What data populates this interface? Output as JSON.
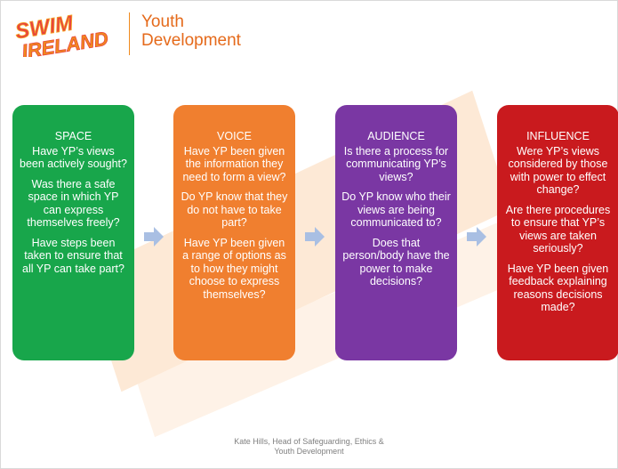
{
  "logo": {
    "line1": "SWIM",
    "line2": "IRELAND"
  },
  "header": {
    "title_line1": "Youth",
    "title_line2": "Development"
  },
  "colors": {
    "space": "#18a64b",
    "voice": "#f07f2f",
    "audience": "#7a37a3",
    "influence": "#c91a1e",
    "arrow": "#a9bfe3",
    "brand_orange": "#e56a1b"
  },
  "boxes": [
    {
      "heading": "SPACE",
      "questions": [
        "Have YP’s views been actively sought?",
        "Was there a safe space in which YP can express themselves freely?",
        "Have steps been taken to ensure that all YP can take part?"
      ]
    },
    {
      "heading": "VOICE",
      "questions": [
        "Have YP been given the information they need to form a view?",
        "Do YP know that they do not have to take part?",
        "Have YP been given a range of options as to how they might choose to express themselves?"
      ]
    },
    {
      "heading": "AUDIENCE",
      "questions": [
        "Is there a process for communicating YP’s views?",
        "Do YP know who their views are being communicated to?",
        "Does that person/body have the power to make decisions?"
      ]
    },
    {
      "heading": "INFLUENCE",
      "questions": [
        "Were YP’s views considered by those with power to effect change?",
        "Are there procedures to ensure that YP’s views are taken seriously?",
        "Have YP been given feedback explaining reasons decisions made?"
      ]
    }
  ],
  "footer": {
    "line1": "Kate Hills, Head of Safeguarding, Ethics &",
    "line2": "Youth Development"
  }
}
